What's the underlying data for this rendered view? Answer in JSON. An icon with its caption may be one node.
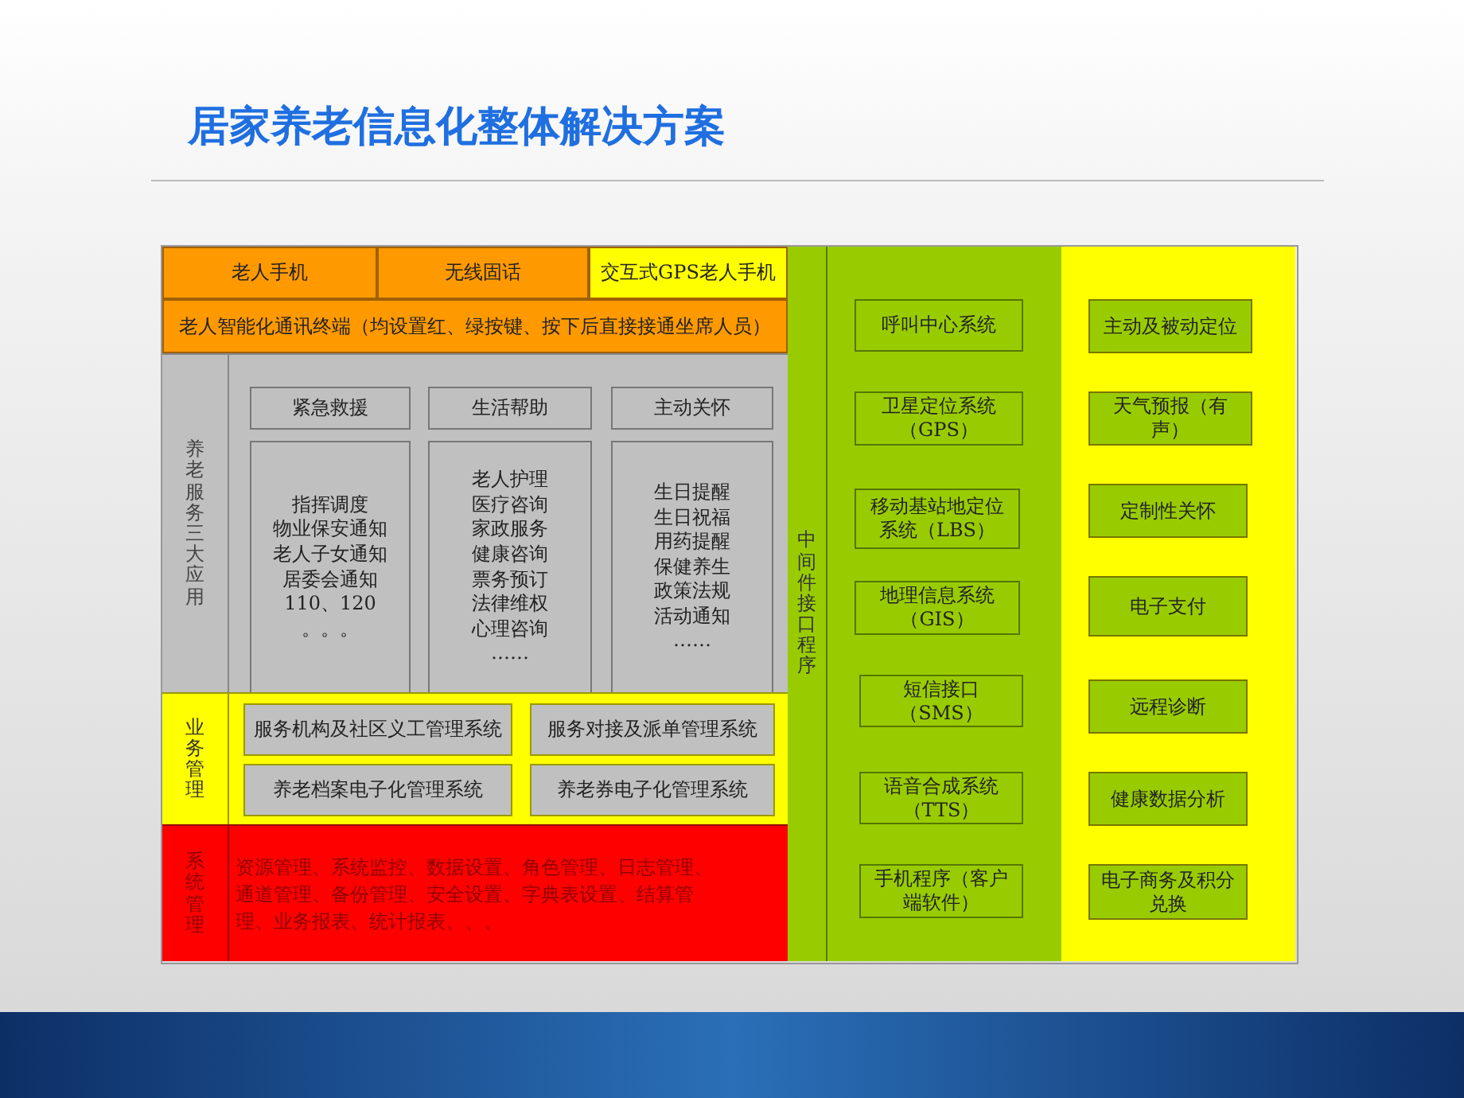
{
  "diagram": {
    "title": "居家养老信息化整体解决方案",
    "nodes": [
      {
        "text": [
          "老人手机"
        ]
      },
      {
        "text": [
          "无线固话"
        ]
      },
      {
        "text": [
          "交互式GPS老人手机"
        ]
      },
      {
        "text": [
          "老人智能化通讯终端（均设置红、绿按键、按下后直接接通坐席人员）"
        ]
      },
      {
        "text": [
          "养老服务三大应用"
        ]
      },
      {
        "text": [
          "紧急救援"
        ],
        "in": 4
      },
      {
        "text": [
          "生活帮助"
        ],
        "in": 4
      },
      {
        "text": [
          "主动关怀"
        ],
        "in": 4
      },
      {
        "text": [
          "指挥调度",
          "物业保安通知",
          "老人子女通知",
          "居委会通知",
          "110、120",
          "。。。"
        ],
        "in": 4
      },
      {
        "text": [
          "老人护理",
          "医疗咨询",
          "家政服务",
          "健康咨询",
          "票务预订",
          "法律维权",
          "心理咨询",
          "……"
        ],
        "in": 4
      },
      {
        "text": [
          "生日提醒",
          "生日祝福",
          "用药提醒",
          "保健养生",
          "政策法规",
          "活动通知",
          "……"
        ],
        "in": 4
      },
      {
        "text": [
          "业务管理"
        ]
      },
      {
        "text": [
          "服务机构及社区义工管理系统"
        ],
        "in": 11
      },
      {
        "text": [
          "服务对接及派单管理系统"
        ],
        "in": 11
      },
      {
        "text": [
          "养老档案电子化管理系统"
        ],
        "in": 11
      },
      {
        "text": [
          "养老券电子化管理系统"
        ],
        "in": 11
      },
      {
        "text": [
          "系统管理",
          "资源管理、系统监控、数据设置、角色管理、日志管理、通道管理、备份管理、安全设置、字典表设置、结算管理、业务报表、统计报表、、、"
        ]
      },
      {
        "text": [
          "中间件接口程序"
        ]
      },
      {
        "text": [
          "呼叫中心系统"
        ],
        "in": 17
      },
      {
        "text": [
          "卫星定位系统（GPS）"
        ],
        "in": 17
      },
      {
        "text": [
          "移动基站地定位系统（LBS）"
        ],
        "in": 17
      },
      {
        "text": [
          "地理信息系统（GIS）"
        ],
        "in": 17
      },
      {
        "text": [
          "短信接口（SMS）"
        ],
        "in": 17
      },
      {
        "text": [
          "语音合成系统（TTS）"
        ],
        "in": 17
      },
      {
        "text": [
          "手机程序（客户端软件）"
        ],
        "in": 17
      },
      {
        "text": [],
        "shape": "box"
      },
      {
        "text": [
          "主动及被动定位"
        ],
        "in": 25
      },
      {
        "text": [
          "天气预报（有声）"
        ],
        "in": 25
      },
      {
        "text": [
          "定制性关怀"
        ],
        "in": 25
      },
      {
        "text": [
          "电子支付"
        ],
        "in": 25
      },
      {
        "text": [
          "远程诊断"
        ],
        "in": 25
      },
      {
        "text": [
          "健康数据分析"
        ],
        "in": 25
      },
      {
        "text": [
          "电子商务及积分兑换"
        ],
        "in": 25
      }
    ]
  }
}
